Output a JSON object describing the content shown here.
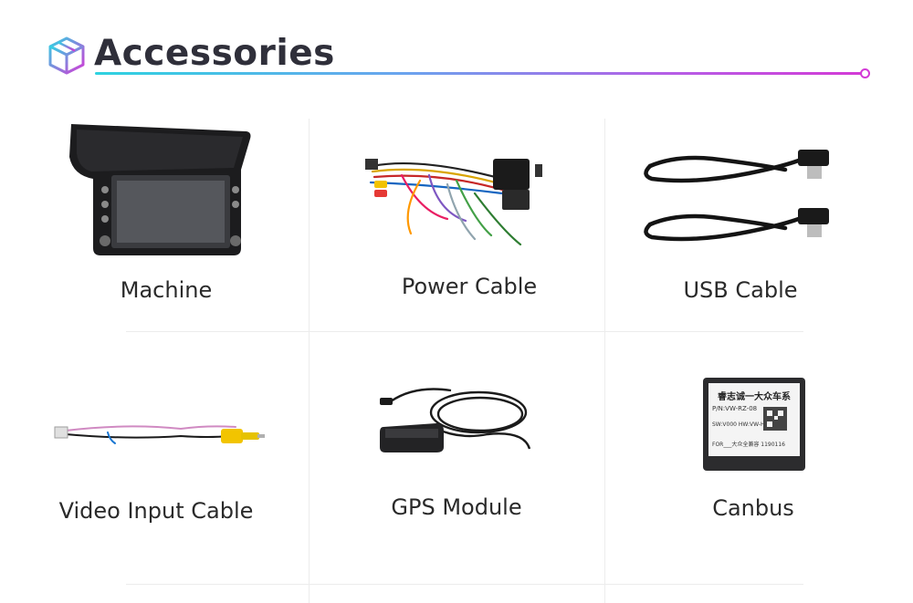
{
  "section": {
    "title": "Accessories",
    "icon": "cube-icon",
    "accent_gradient": [
      "#2ed2e0",
      "#b65de6",
      "#d33ad6"
    ]
  },
  "items": [
    {
      "label": "Machine",
      "icon": "car-stereo-icon"
    },
    {
      "label": "Power Cable",
      "icon": "wiring-harness-icon"
    },
    {
      "label": "USB Cable",
      "icon": "usb-cable-icon"
    },
    {
      "label": "Video Input Cable",
      "icon": "rca-cable-icon"
    },
    {
      "label": "GPS Module",
      "icon": "gps-antenna-icon"
    },
    {
      "label": "Canbus",
      "icon": "canbus-box-icon"
    }
  ],
  "canbus_box": {
    "line1": "睿志诚一大众车系",
    "line2": "P/N:VW-RZ-08",
    "line3": "SW:V000 HW:VW-HC00",
    "line4": "FOR___大众全兼容 1190116"
  }
}
